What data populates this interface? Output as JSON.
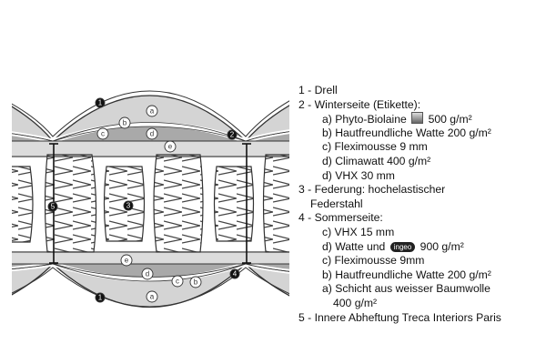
{
  "diagram": {
    "markers_black": [
      "1",
      "2",
      "3",
      "4",
      "5",
      "1"
    ],
    "markers_white": [
      "a",
      "b",
      "c",
      "d",
      "e",
      "e",
      "d",
      "c",
      "b",
      "a"
    ]
  },
  "legend": [
    {
      "text": "1 - Drell"
    },
    {
      "text": "2 - Winterseite (Etikette):"
    },
    {
      "before": "a) Phyto-Biolaine",
      "icon": "phyto-biolaine-logo-icon",
      "after": "500 g/m²"
    },
    {
      "text": "b) Hautfreundliche Watte 200 g/m²"
    },
    {
      "text": "c) Fleximousse 9 mm"
    },
    {
      "text": "d) Climawatt 400 g/m²"
    },
    {
      "text": "d) VHX 30 mm"
    },
    {
      "text": "3 - Federung: hochelastischer"
    },
    {
      "text": "Federstahl"
    },
    {
      "text": "4 - Sommerseite:"
    },
    {
      "text": "c) VHX 15 mm"
    },
    {
      "before": "d) Watte und",
      "icon": "ingeo-logo-icon",
      "icon_text": "ingeo",
      "after": "900 g/m²"
    },
    {
      "text": "c) Fleximousse 9mm"
    },
    {
      "text": "b) Hautfreundliche Watte 200 g/m²"
    },
    {
      "text": "a) Schicht aus weisser Baumwolle"
    },
    {
      "text": "400 g/m²"
    },
    {
      "text": "5 - Innere Abheftung Treca Interiors Paris"
    }
  ]
}
